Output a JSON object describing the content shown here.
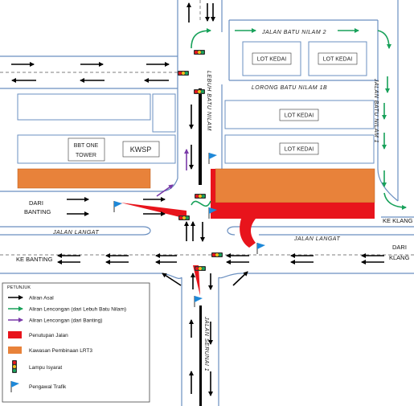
{
  "roads": {
    "batu_nilam_2": "JALAN BATU NILAM 2",
    "lebuh_batu_nilam": "LEBUH BATU NILAM",
    "lorong_batu_nilam_1b": "LORONG BATU NILAM 1B",
    "batu_nilam_1": "JALAN BATU NILAM 1",
    "jalan_langat": "JALAN LANGAT",
    "jalan_serunai_1": "JALAN SERUNAI 1"
  },
  "buildings": {
    "lot_kedai": "LOT KEDAI",
    "bbt_line1": "BBT ONE",
    "bbt_line2": "TOWER",
    "kwsp": "KWSP"
  },
  "directions": {
    "dari_banting_line1": "DARI",
    "dari_banting_line2": "BANTING",
    "ke_banting": "KE BANTING",
    "ke_klang": "KE KLANG",
    "dari_klang_line1": "DARI",
    "dari_klang_line2": "KLANG"
  },
  "legend": {
    "title": "PETUNJUK",
    "items": [
      {
        "label": "Aliran Asal",
        "symbol": "black-arrow",
        "color": "#000000"
      },
      {
        "label": "Aliran Lencongan (dari Lebuh Batu Nilam)",
        "symbol": "green-arrow",
        "color": "#18a15a"
      },
      {
        "label": "Aliran Lencongan (dari Banting)",
        "symbol": "purple-arrow",
        "color": "#7a3aa8"
      },
      {
        "label": "Penutupan Jalan",
        "symbol": "red-box",
        "color": "#e8141c"
      },
      {
        "label": "Kawasan Pembinaan LRT3",
        "symbol": "orange-box",
        "color": "#e8823a"
      },
      {
        "label": "Lampu Isyarat",
        "symbol": "traffic-light-icon",
        "color": "#d4a017"
      },
      {
        "label": "Pengawal Trafik",
        "symbol": "flag-icon",
        "color": "#1e88d8"
      }
    ]
  },
  "colors": {
    "road_edge": "#6a8fc0",
    "closure": "#e8141c",
    "lrt3": "#e8823a",
    "green": "#18a15a",
    "purple": "#7a3aa8",
    "flag": "#1e88d8"
  }
}
